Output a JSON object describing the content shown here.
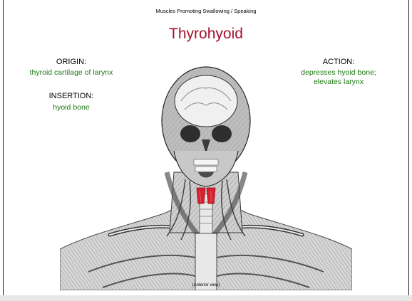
{
  "header": {
    "text": "Muscles Promoting Swallowing / Speaking"
  },
  "title": "Thyrohyoid",
  "origin": {
    "label": "ORIGIN:",
    "value": "thyroid cartilage of larynx"
  },
  "insertion": {
    "label": "INSERTION:",
    "value": "hyoid bone"
  },
  "action": {
    "label": "ACTION:",
    "value_line1": "depresses hyoid bone;",
    "value_line2": "elevates larynx"
  },
  "caption": "(Anterior view)",
  "colors": {
    "title": "#a7112e",
    "values": "#1e7a14",
    "muscle_highlight": "#d8202f"
  }
}
